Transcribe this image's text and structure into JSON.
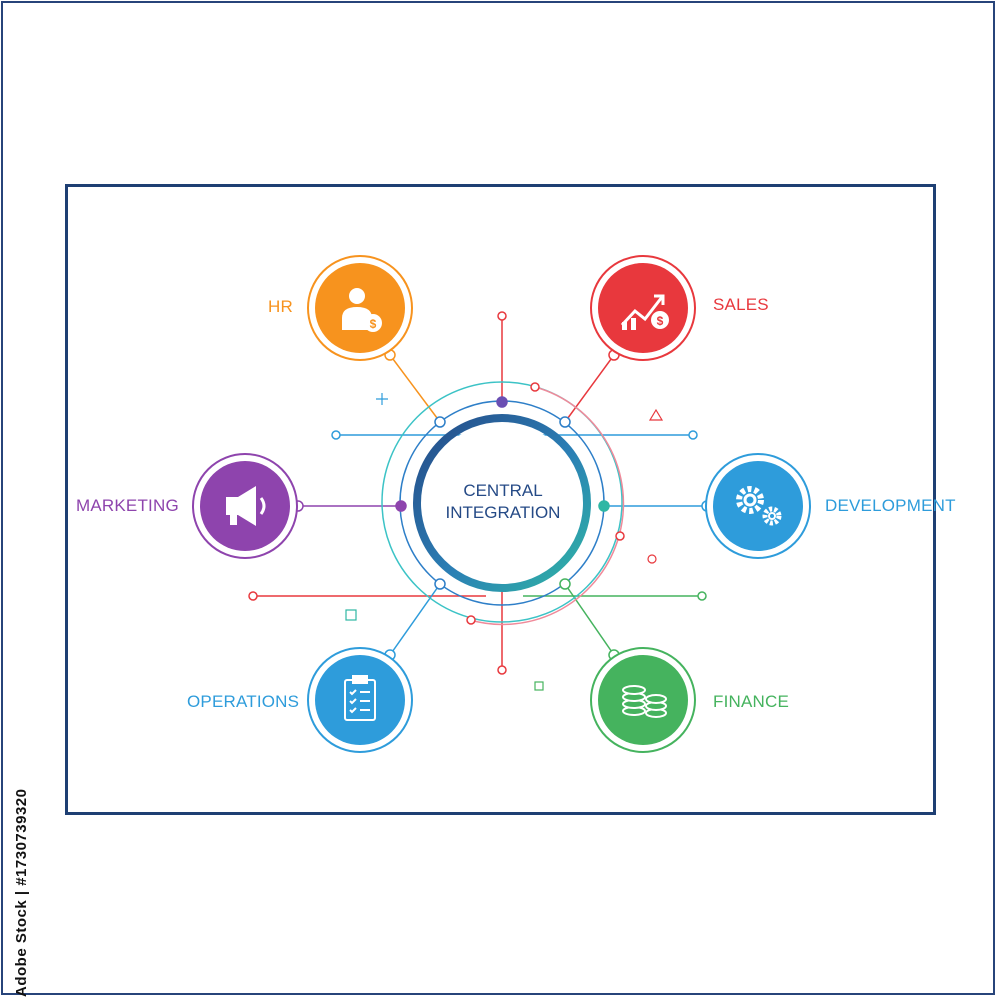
{
  "center": {
    "line1": "CENTRAL",
    "line2": "INTEGRATION"
  },
  "nodes": [
    {
      "id": "hr",
      "label": "HR",
      "color": "#f7931e",
      "icon": "person-dollar-icon"
    },
    {
      "id": "sales",
      "label": "SALES",
      "color": "#e8383d",
      "icon": "growth-chart-dollar-icon"
    },
    {
      "id": "marketing",
      "label": "MARKETING",
      "color": "#8e44ad",
      "icon": "megaphone-icon"
    },
    {
      "id": "development",
      "label": "DEVELOPMENT",
      "color": "#2e9cdb",
      "icon": "gears-icon"
    },
    {
      "id": "operations",
      "label": "OPERATIONS",
      "color": "#2e9cdb",
      "icon": "clipboard-checklist-icon"
    },
    {
      "id": "finance",
      "label": "FINANCE",
      "color": "#45b35e",
      "icon": "coin-stacks-icon"
    }
  ],
  "side_text": "Adobe Stock | #1730739320",
  "colors": {
    "frame": "#1e3f73",
    "center_ring_start": "#254a86",
    "center_ring_end": "#2fb7a4",
    "accent_pink": "#f08a9a",
    "accent_teal": "#3cc3c6"
  }
}
